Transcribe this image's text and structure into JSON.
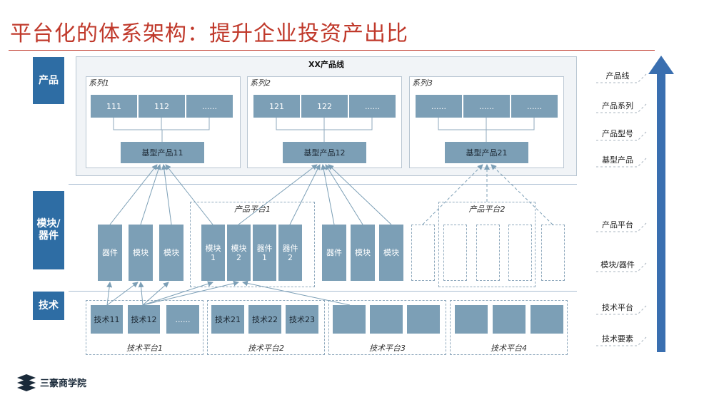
{
  "title": "平台化的体系架构：提升企业投资产出比",
  "layers": {
    "product": "产品",
    "module": "模块/\n器件",
    "tech": "技术"
  },
  "product_line": "XX产品线",
  "series": [
    {
      "label": "系列1",
      "items": [
        "111",
        "112",
        "......"
      ],
      "base": "基型产品11"
    },
    {
      "label": "系列2",
      "items": [
        "121",
        "122",
        "......"
      ],
      "base": "基型产品12"
    },
    {
      "label": "系列3",
      "items": [
        "......",
        "......",
        "......"
      ],
      "base": "基型产品21"
    }
  ],
  "product_platforms": [
    "产品平台1",
    "产品平台2"
  ],
  "left_modules": [
    "器件",
    "模块",
    "模块"
  ],
  "platform1_modules": [
    "模块\n1",
    "模块\n2",
    "器件\n1",
    "器件\n2"
  ],
  "right_modules": [
    "器件",
    "模块",
    "模块"
  ],
  "tech_items": [
    "技术11",
    "技术12",
    "......",
    "技术21",
    "技术22",
    "技术23"
  ],
  "tech_platforms": [
    "技术平台1",
    "技术平台2",
    "技术平台3",
    "技术平台4"
  ],
  "right_scale": [
    "产品线",
    "产品系列",
    "产品型号",
    "基型产品",
    "产品平台",
    "模块/器件",
    "技术平台",
    "技术要素"
  ],
  "logo": "三豪商学院",
  "colors": {
    "accent": "#c0392b",
    "block": "#7c9fb6",
    "label": "#2e6da4",
    "arrow": "#3a6fb0"
  }
}
